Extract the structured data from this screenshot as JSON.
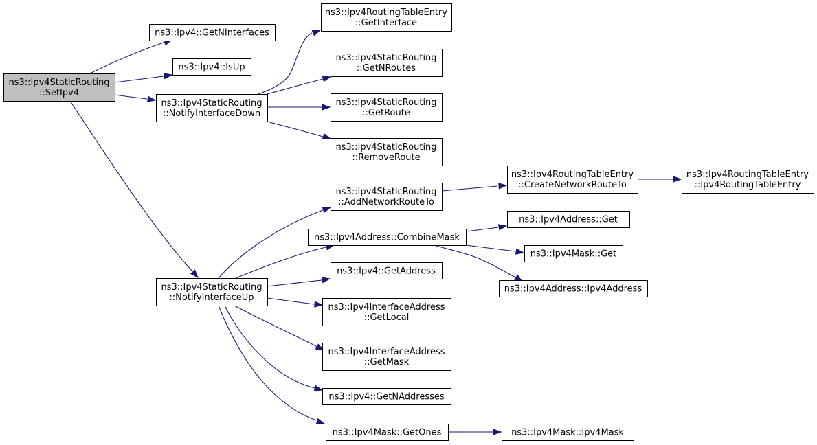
{
  "graph": {
    "colors": {
      "edge": "#191970",
      "node_fill": "#ffffff",
      "root_fill": "#bfbfbf",
      "border": "#000000"
    },
    "nodes": [
      {
        "id": "setipv4",
        "lines": [
          "ns3::Ipv4StaticRouting",
          "::SetIpv4"
        ],
        "root": true
      },
      {
        "id": "getninterfaces",
        "lines": [
          "ns3::Ipv4::GetNInterfaces"
        ]
      },
      {
        "id": "isup",
        "lines": [
          "ns3::Ipv4::IsUp"
        ]
      },
      {
        "id": "notifydown",
        "lines": [
          "ns3::Ipv4StaticRouting",
          "::NotifyInterfaceDown"
        ]
      },
      {
        "id": "rte-getinterface",
        "lines": [
          "ns3::Ipv4RoutingTableEntry",
          "::GetInterface"
        ]
      },
      {
        "id": "getnroutes",
        "lines": [
          "ns3::Ipv4StaticRouting",
          "::GetNRoutes"
        ]
      },
      {
        "id": "getroute",
        "lines": [
          "ns3::Ipv4StaticRouting",
          "::GetRoute"
        ]
      },
      {
        "id": "removeroute",
        "lines": [
          "ns3::Ipv4StaticRouting",
          "::RemoveRoute"
        ]
      },
      {
        "id": "addnetworkrouteto",
        "lines": [
          "ns3::Ipv4StaticRouting",
          "::AddNetworkRouteTo"
        ]
      },
      {
        "id": "createnetworkrouteto",
        "lines": [
          "ns3::Ipv4RoutingTableEntry",
          "::CreateNetworkRouteTo"
        ]
      },
      {
        "id": "rte-ctor",
        "lines": [
          "ns3::Ipv4RoutingTableEntry",
          "::Ipv4RoutingTableEntry"
        ]
      },
      {
        "id": "combinemask",
        "lines": [
          "ns3::Ipv4Address::CombineMask"
        ]
      },
      {
        "id": "addr-get",
        "lines": [
          "ns3::Ipv4Address::Get"
        ]
      },
      {
        "id": "mask-get",
        "lines": [
          "ns3::Ipv4Mask::Get"
        ]
      },
      {
        "id": "addr-ctor",
        "lines": [
          "ns3::Ipv4Address::Ipv4Address"
        ]
      },
      {
        "id": "notifyup",
        "lines": [
          "ns3::Ipv4StaticRouting",
          "::NotifyInterfaceUp"
        ]
      },
      {
        "id": "getaddress",
        "lines": [
          "ns3::Ipv4::GetAddress"
        ]
      },
      {
        "id": "getlocal",
        "lines": [
          "ns3::Ipv4InterfaceAddress",
          "::GetLocal"
        ]
      },
      {
        "id": "getmask",
        "lines": [
          "ns3::Ipv4InterfaceAddress",
          "::GetMask"
        ]
      },
      {
        "id": "getnaddresses",
        "lines": [
          "ns3::Ipv4::GetNAddresses"
        ]
      },
      {
        "id": "getones",
        "lines": [
          "ns3::Ipv4Mask::GetOnes"
        ]
      },
      {
        "id": "mask-ctor",
        "lines": [
          "ns3::Ipv4Mask::Ipv4Mask"
        ]
      }
    ],
    "edges": [
      {
        "from": "setipv4",
        "to": "getninterfaces"
      },
      {
        "from": "setipv4",
        "to": "isup"
      },
      {
        "from": "setipv4",
        "to": "notifydown"
      },
      {
        "from": "setipv4",
        "to": "notifyup"
      },
      {
        "from": "notifydown",
        "to": "rte-getinterface"
      },
      {
        "from": "notifydown",
        "to": "getnroutes"
      },
      {
        "from": "notifydown",
        "to": "getroute"
      },
      {
        "from": "notifydown",
        "to": "removeroute"
      },
      {
        "from": "addnetworkrouteto",
        "to": "createnetworkrouteto"
      },
      {
        "from": "createnetworkrouteto",
        "to": "rte-ctor"
      },
      {
        "from": "combinemask",
        "to": "addr-get"
      },
      {
        "from": "combinemask",
        "to": "mask-get"
      },
      {
        "from": "combinemask",
        "to": "addr-ctor"
      },
      {
        "from": "notifyup",
        "to": "addnetworkrouteto"
      },
      {
        "from": "notifyup",
        "to": "combinemask"
      },
      {
        "from": "notifyup",
        "to": "getaddress"
      },
      {
        "from": "notifyup",
        "to": "getlocal"
      },
      {
        "from": "notifyup",
        "to": "getmask"
      },
      {
        "from": "notifyup",
        "to": "getnaddresses"
      },
      {
        "from": "notifyup",
        "to": "getones"
      },
      {
        "from": "getones",
        "to": "mask-ctor"
      }
    ]
  }
}
